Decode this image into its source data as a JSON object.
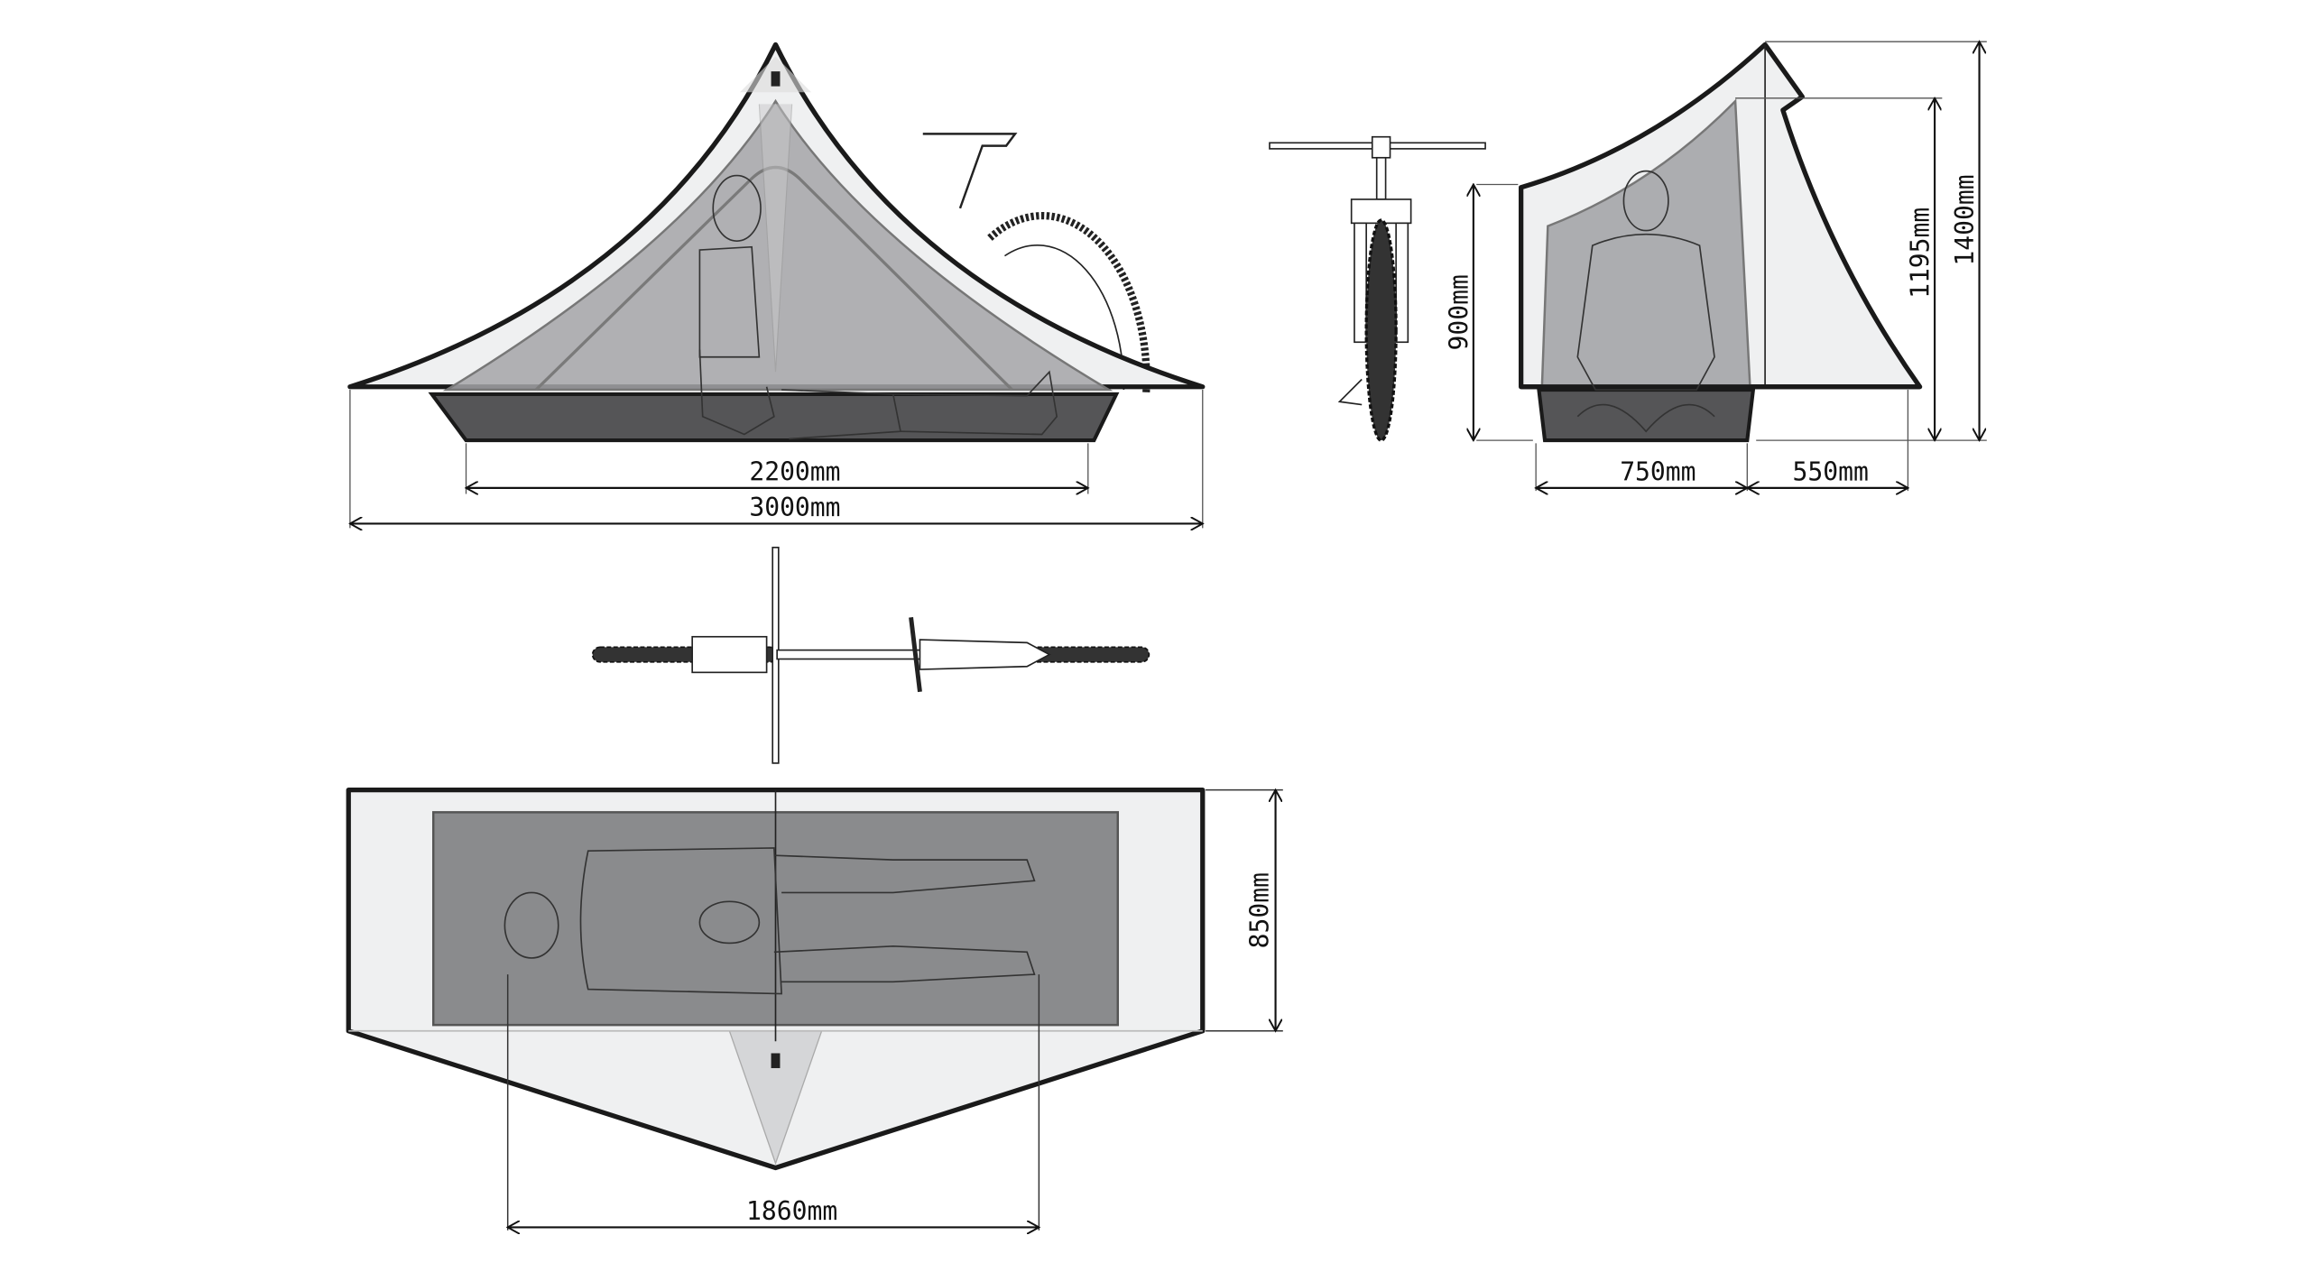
{
  "side_view": {
    "length_inner": "2200mm",
    "length_total": "3000mm"
  },
  "end_view": {
    "inner_height_low": "900mm",
    "inner_height_peak": "1195mm",
    "total_height": "1400mm",
    "floor_width": "750mm",
    "vestibule_depth": "550mm"
  },
  "plan_view": {
    "width": "850mm",
    "vestibule_span": "1860mm"
  },
  "colors": {
    "fly": "#eff0f1",
    "inner": "#a4a5a8",
    "floor": "#555557",
    "outline": "#1a1a1a"
  }
}
